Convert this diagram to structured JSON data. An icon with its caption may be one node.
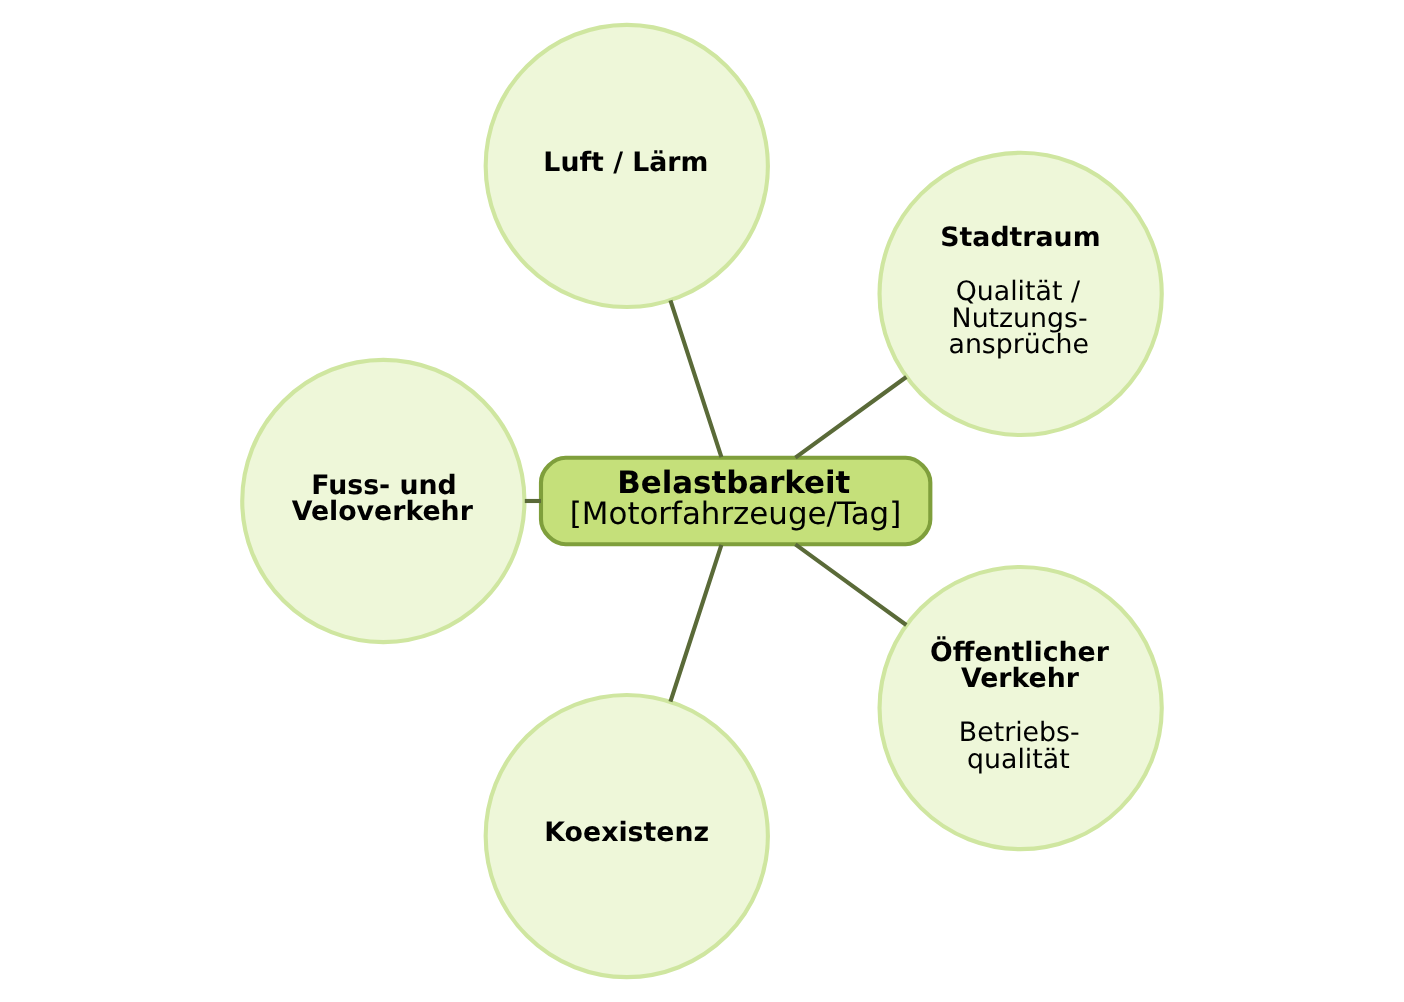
{
  "diagram": {
    "nodes": [
      {
        "text": [
          "Belastbarkeit",
          "[Motorfahrzeuge/Tag]"
        ]
      },
      {
        "text": [
          "Stadtraum",
          "Qualität / Nutzungs- ansprüche"
        ]
      },
      {
        "text": [
          "Luft / Lärm"
        ]
      },
      {
        "text": [
          "Fuss- und Veloverkehr"
        ]
      },
      {
        "text": [
          "Koexistenz"
        ]
      },
      {
        "text": [
          "Öffentlicher Verkehr",
          "Betriebs- qualität"
        ]
      }
    ],
    "edges": [
      {
        "from": 0,
        "to": 1,
        "arrow": "none"
      },
      {
        "from": 0,
        "to": 2,
        "arrow": "none"
      },
      {
        "from": 0,
        "to": 3,
        "arrow": "none"
      },
      {
        "from": 0,
        "to": 4,
        "arrow": "none"
      },
      {
        "from": 0,
        "to": 5,
        "arrow": "none"
      }
    ]
  }
}
